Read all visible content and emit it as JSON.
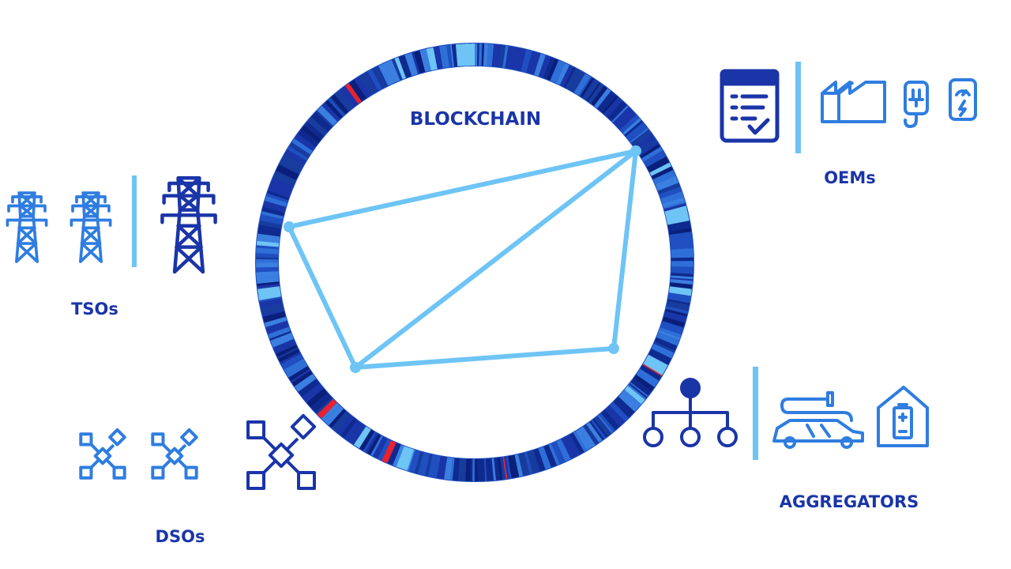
{
  "colors": {
    "dark_blue": "#1a35a8",
    "mid_blue": "#2f7de0",
    "light_blue": "#6ec4f5",
    "ring_base": "#1f4fc0",
    "accent_red": "#e8222e"
  },
  "labels": {
    "blockchain": "BLOCKCHAIN",
    "tsos": "TSOs",
    "oems": "OEMs",
    "dsos": "DSOs",
    "aggregators": "AGGREGATORS"
  },
  "icons": {
    "tsos": [
      "transmission-tower-icon",
      "transmission-tower-icon",
      "transmission-tower-icon"
    ],
    "oems": [
      "checklist-document-icon",
      "factory-icon",
      "charging-plug-icon",
      "charging-meter-icon"
    ],
    "dsos": [
      "distribution-network-icon",
      "distribution-network-icon",
      "distribution-network-icon"
    ],
    "aggregators": [
      "hierarchy-icon",
      "electric-car-icon",
      "home-battery-icon"
    ]
  }
}
